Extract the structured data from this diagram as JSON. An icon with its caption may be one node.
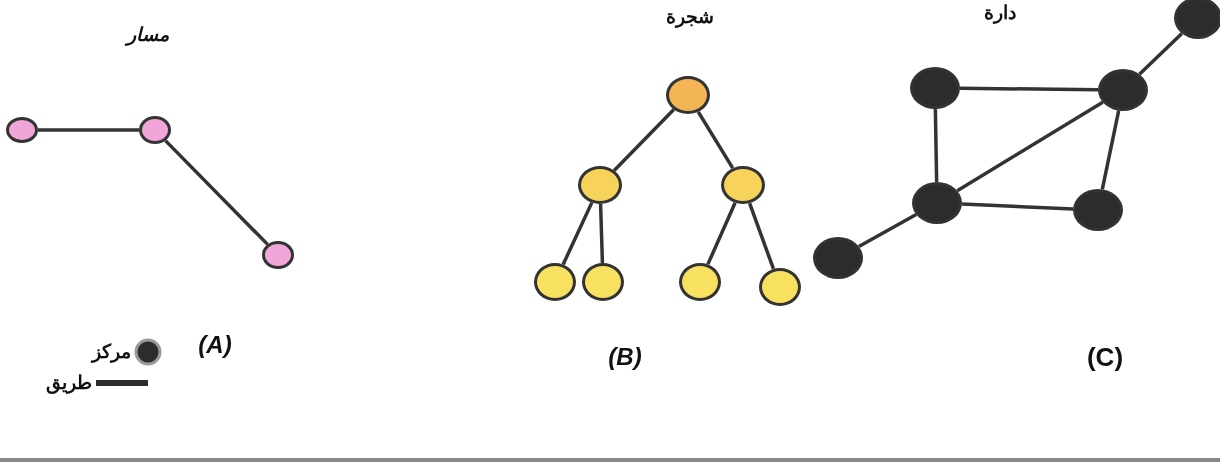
{
  "diagram": {
    "nodes": [
      {
        "text": [],
        "shape": "circle"
      },
      {
        "text": [],
        "shape": "circle"
      },
      {
        "text": [],
        "shape": "circle"
      },
      {
        "text": [],
        "shape": "circle"
      },
      {
        "text": [],
        "shape": "circle"
      },
      {
        "text": [],
        "shape": "circle"
      },
      {
        "text": [],
        "shape": "circle"
      },
      {
        "text": [],
        "shape": "circle"
      },
      {
        "text": [],
        "shape": "circle"
      },
      {
        "text": [],
        "shape": "circle"
      },
      {
        "text": [],
        "shape": "circle"
      },
      {
        "text": [],
        "shape": "circle"
      },
      {
        "text": [],
        "shape": "circle"
      },
      {
        "text": [],
        "shape": "circle"
      },
      {
        "text": [],
        "shape": "circle"
      },
      {
        "text": [],
        "shape": "circle"
      }
    ],
    "edges": [
      {
        "from": 0,
        "to": 1,
        "arrow": "none"
      },
      {
        "from": 1,
        "to": 2,
        "arrow": "none"
      },
      {
        "from": 3,
        "to": 4,
        "arrow": "none"
      },
      {
        "from": 3,
        "to": 5,
        "arrow": "none"
      },
      {
        "from": 4,
        "to": 6,
        "arrow": "none"
      },
      {
        "from": 4,
        "to": 7,
        "arrow": "none"
      },
      {
        "from": 5,
        "to": 8,
        "arrow": "none"
      },
      {
        "from": 5,
        "to": 9,
        "arrow": "none"
      },
      {
        "from": 10,
        "to": 12,
        "arrow": "none"
      },
      {
        "from": 11,
        "to": 12,
        "arrow": "none"
      },
      {
        "from": 11,
        "to": 13,
        "arrow": "none"
      },
      {
        "from": 12,
        "to": 13,
        "arrow": "none"
      },
      {
        "from": 12,
        "to": 14,
        "arrow": "none"
      },
      {
        "from": 13,
        "to": 14,
        "arrow": "none"
      },
      {
        "from": 13,
        "to": 15,
        "arrow": "none"
      }
    ],
    "labels": [
      "مسار",
      "شجرة",
      "دارة",
      "(A)",
      "(B)",
      "(C)"
    ],
    "legend": [
      {
        "text": "مركز"
      },
      {
        "text": "طريق"
      }
    ]
  }
}
